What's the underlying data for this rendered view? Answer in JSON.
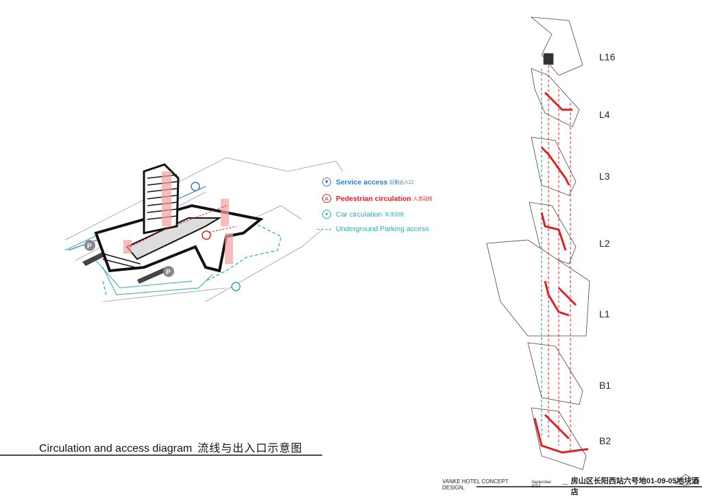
{
  "title": {
    "en": "Circulation and access diagram",
    "zh": "流线与出入口示意图"
  },
  "legend": [
    {
      "icon": "truck-icon",
      "label": "Service access",
      "zh": ":后勤出入口",
      "color": "#2e7fc8"
    },
    {
      "icon": "pedestrian-icon",
      "label": "Pedestrian circulation",
      "zh": ":人流动线",
      "color": "#e02020"
    },
    {
      "icon": "car-icon",
      "label": "Car circulation",
      "zh": "车流动线",
      "color": "#2aaab0"
    },
    {
      "icon": "dashed-line-icon",
      "label": "Underground Parking access",
      "zh": "",
      "color": "#2aaab0"
    }
  ],
  "levels": [
    "L16",
    "L4",
    "L3",
    "L2",
    "L1",
    "B1",
    "B2"
  ],
  "parking_label": "P",
  "footer": {
    "project": "VANKE HOTEL CONCEPT DESIGN,",
    "date": "September 2013",
    "sep": "__",
    "zh": "房山区长阳西站六号地01-09-05地块酒店"
  }
}
